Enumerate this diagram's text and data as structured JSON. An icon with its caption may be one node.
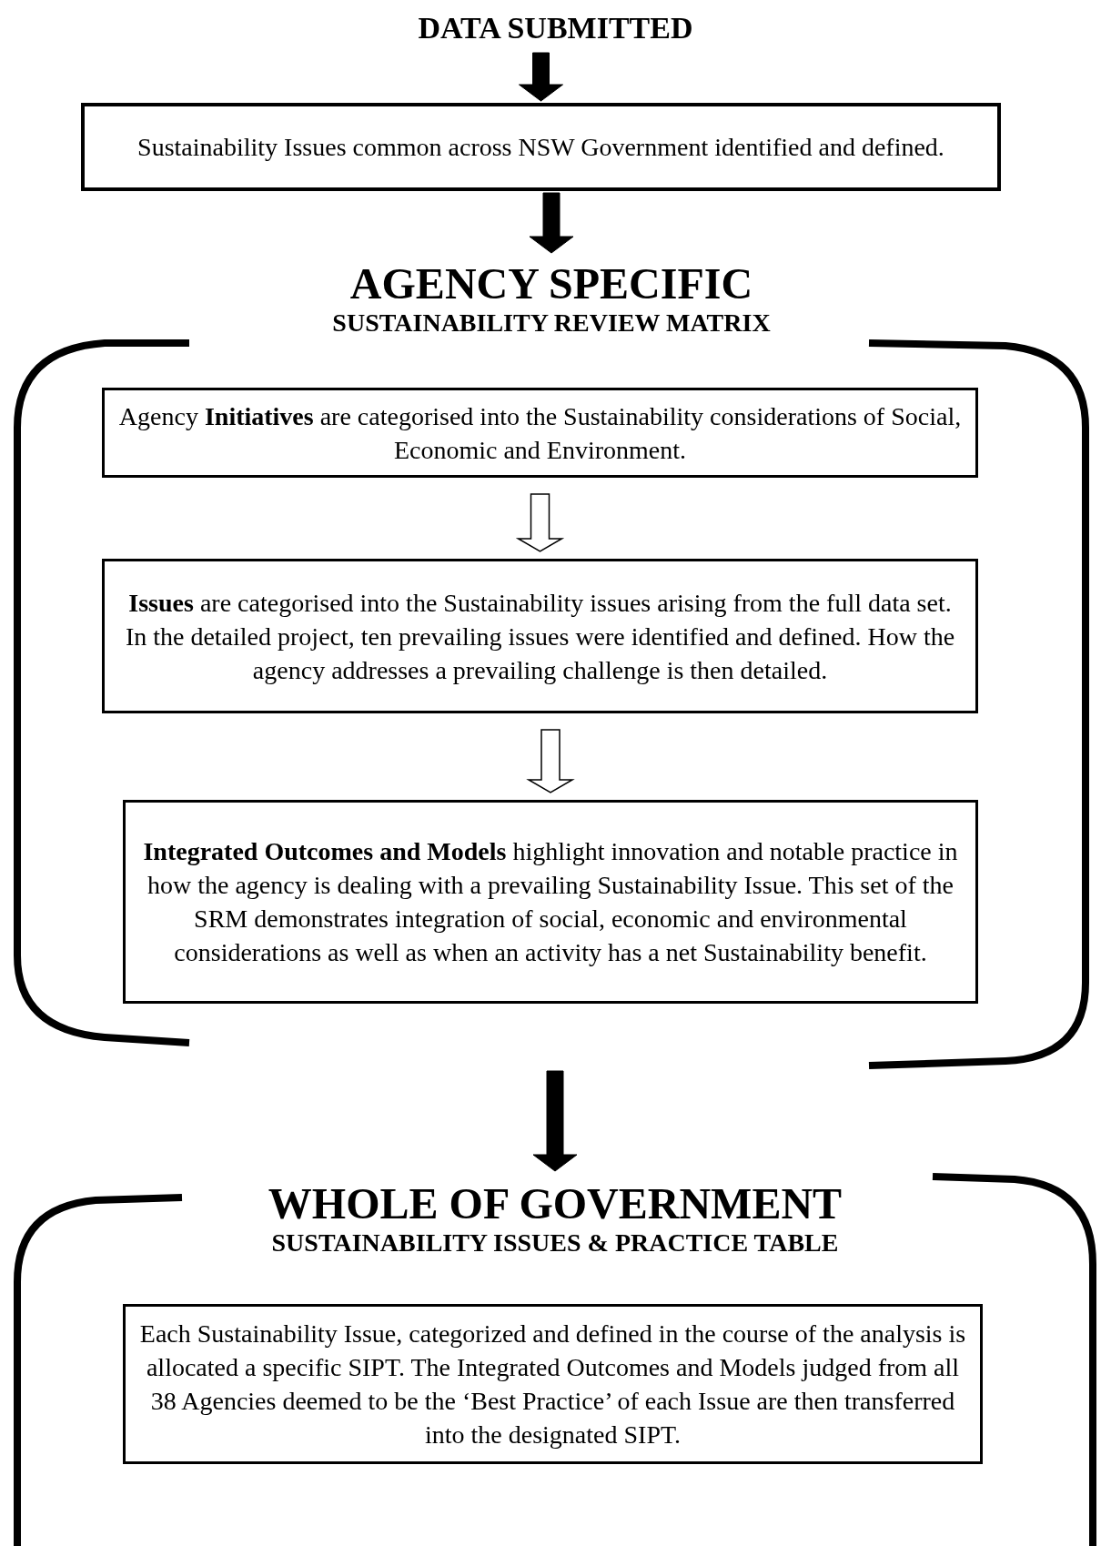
{
  "diagram": {
    "nodes": [
      {
        "text": [
          "DATA SUBMITTED"
        ]
      },
      {
        "text": [
          "Sustainability Issues common across NSW Government identified and defined."
        ]
      },
      {
        "text": [
          "AGENCY SPECIFIC",
          "SUSTAINABILITY REVIEW MATRIX"
        ]
      },
      {
        "text": [
          "Agency **Initiatives** are categorised into the Sustainability considerations of Social, Economic and Environment."
        ],
        "in": 2
      },
      {
        "text": [
          "**Issues** are categorised into the Sustainability issues arising from the full data set. In the detailed project, ten prevailing issues were identified and defined. How the agency addresses a prevailing challenge is then detailed."
        ],
        "in": 2
      },
      {
        "text": [
          "**Integrated Outcomes and Models** highlight innovation and notable practice in how the agency is dealing with a prevailing Sustainability Issue. This set of the SRM demonstrates integration of social, economic and environmental considerations as well as when an activity has a net Sustainability benefit."
        ],
        "in": 2
      },
      {
        "text": [
          "WHOLE OF GOVERNMENT",
          "SUSTAINABILITY ISSUES & PRACTICE TABLE"
        ]
      },
      {
        "text": [
          "Each Sustainability Issue, categorized and defined in the course of the analysis is allocated a specific SIPT. The Integrated Outcomes and Models judged from all 38 Agencies deemed to be the ‘Best Practice’ of each Issue are then transferred into the designated SIPT."
        ],
        "in": 6
      }
    ],
    "edges": [
      {
        "from": 0,
        "to": 1,
        "arrow": "to",
        "style": "thick"
      },
      {
        "from": 1,
        "to": 2,
        "arrow": "to",
        "style": "thick"
      },
      {
        "from": 3,
        "to": 4,
        "arrow": "to"
      },
      {
        "from": 4,
        "to": 5,
        "arrow": "to"
      },
      {
        "from": 2,
        "to": 6,
        "arrow": "to",
        "style": "thick"
      }
    ]
  }
}
